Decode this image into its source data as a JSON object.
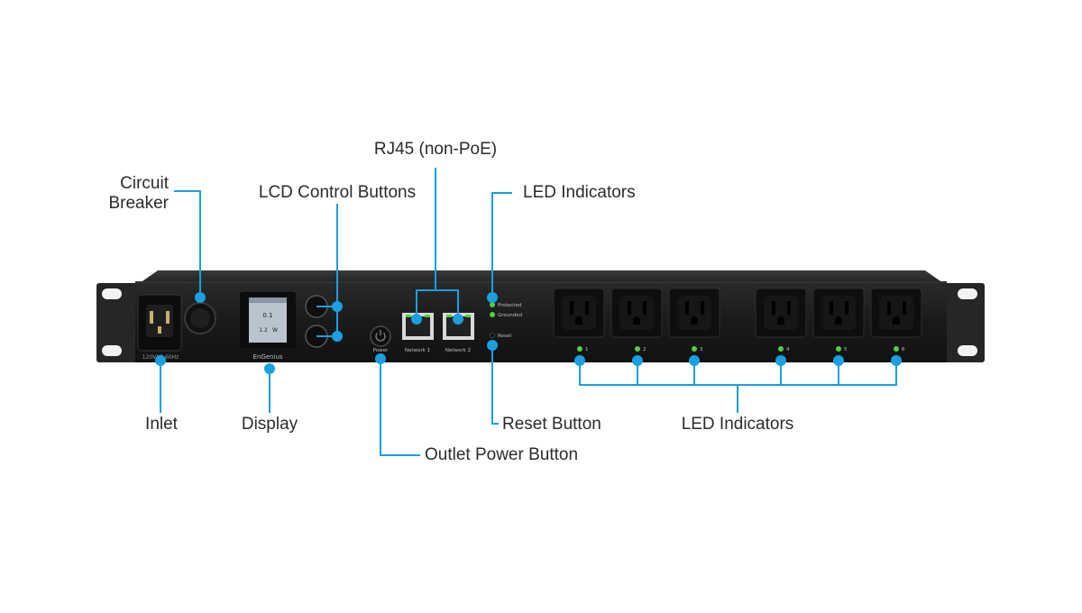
{
  "callouts": {
    "circuit_breaker": [
      "Circuit",
      "Breaker"
    ],
    "lcd_control_buttons": "LCD Control Buttons",
    "rj45": "RJ45 (non-PoE)",
    "led_indicators_top": "LED Indicators",
    "inlet": "Inlet",
    "display": "Display",
    "outlet_power_button": "Outlet Power Button",
    "reset_button": "Reset Button",
    "led_indicators_bottom": "LED Indicators"
  },
  "device": {
    "inlet_rating": "120VAC 60Hz",
    "brand": "EnGenius",
    "lcd_lines": [
      "0.1",
      "1.2",
      "W"
    ],
    "power_label": "Power",
    "network_ports": [
      "Network 1",
      "Network 2"
    ],
    "status_leds": [
      "Protected",
      "Grounded"
    ],
    "reset_label": "Reset",
    "outlet_numbers": [
      "1",
      "2",
      "3",
      "4",
      "5",
      "6"
    ]
  },
  "colors": {
    "callout_line": "#1a9fe0",
    "chassis": "#1b1b1b",
    "ear": "#262626",
    "led_green": "#4ed13d",
    "label_text": "#2b2b2b"
  }
}
